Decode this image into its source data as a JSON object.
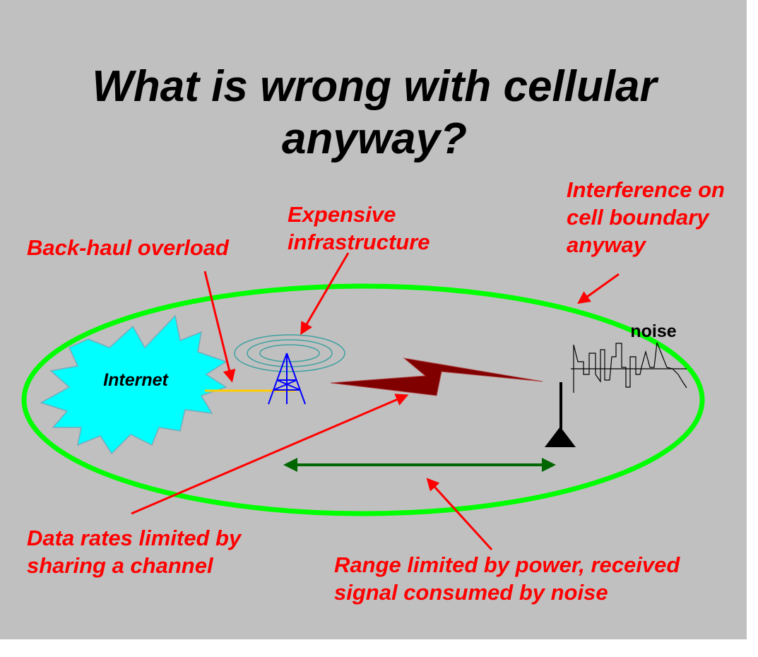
{
  "slide": {
    "title_line1": "What is wrong with cellular",
    "title_line2": "anyway?"
  },
  "labels": {
    "backhaul": "Back-haul overload",
    "expensive_line1": "Expensive",
    "expensive_line2": "infrastructure",
    "interference_line1": "Interference on",
    "interference_line2": "cell boundary",
    "interference_line3": "anyway",
    "data_rates_line1": "Data rates limited by",
    "data_rates_line2": "sharing a channel",
    "range_line1": "Range limited by power, received",
    "range_line2": "signal consumed by noise"
  },
  "diagram": {
    "internet_label": "Internet",
    "noise_label": "noise"
  },
  "colors": {
    "background": "#c0c0c0",
    "title": "#000000",
    "annotation": "#ff0000",
    "cell_boundary": "#00ff00",
    "internet_cloud": "#00ffff",
    "backhaul_link": "#ffcc00",
    "tower": "#0000ff",
    "tower_rings": "#40a0a0",
    "lightning": "#800000",
    "range_arrow": "#006600",
    "mobile_antenna": "#000000"
  }
}
